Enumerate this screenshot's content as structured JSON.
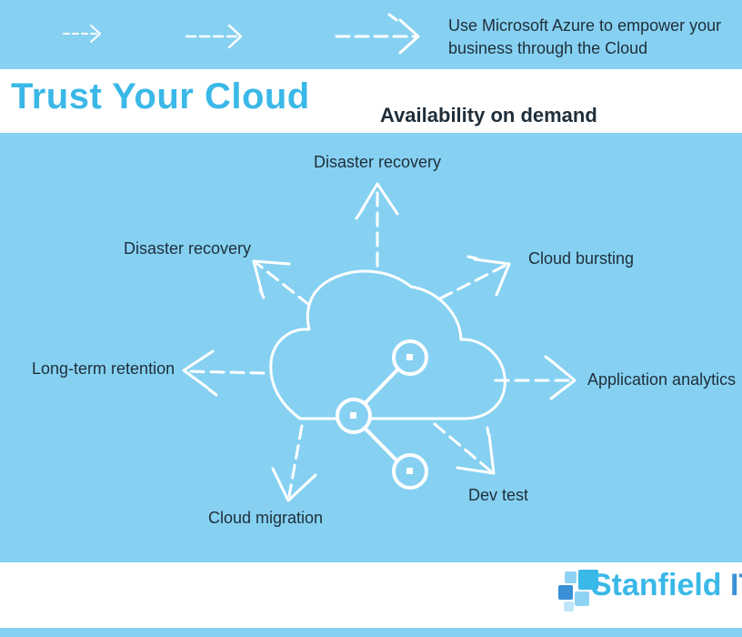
{
  "header": {
    "tagline": "Use Microsoft Azure to empower your business through the Cloud"
  },
  "title": {
    "main": "Trust Your Cloud",
    "sub": "Availability on demand"
  },
  "diagram": {
    "labels": {
      "top": "Disaster recovery",
      "upper_left": "Disaster recovery",
      "upper_right": "Cloud bursting",
      "left": "Long-term retention",
      "right": "Application analytics",
      "lower_right": "Dev test",
      "bottom": "Cloud migration"
    },
    "center_icon": "cloud-share-icon"
  },
  "footer": {
    "brand_name": "Stanfield",
    "brand_suffix": "IT",
    "logo_icon": "stanfield-squares-logo"
  },
  "colors": {
    "band_blue": "#86d1f2",
    "title_blue": "#3ab8e8",
    "text_dark": "#1f2e3a",
    "white": "#ffffff"
  }
}
